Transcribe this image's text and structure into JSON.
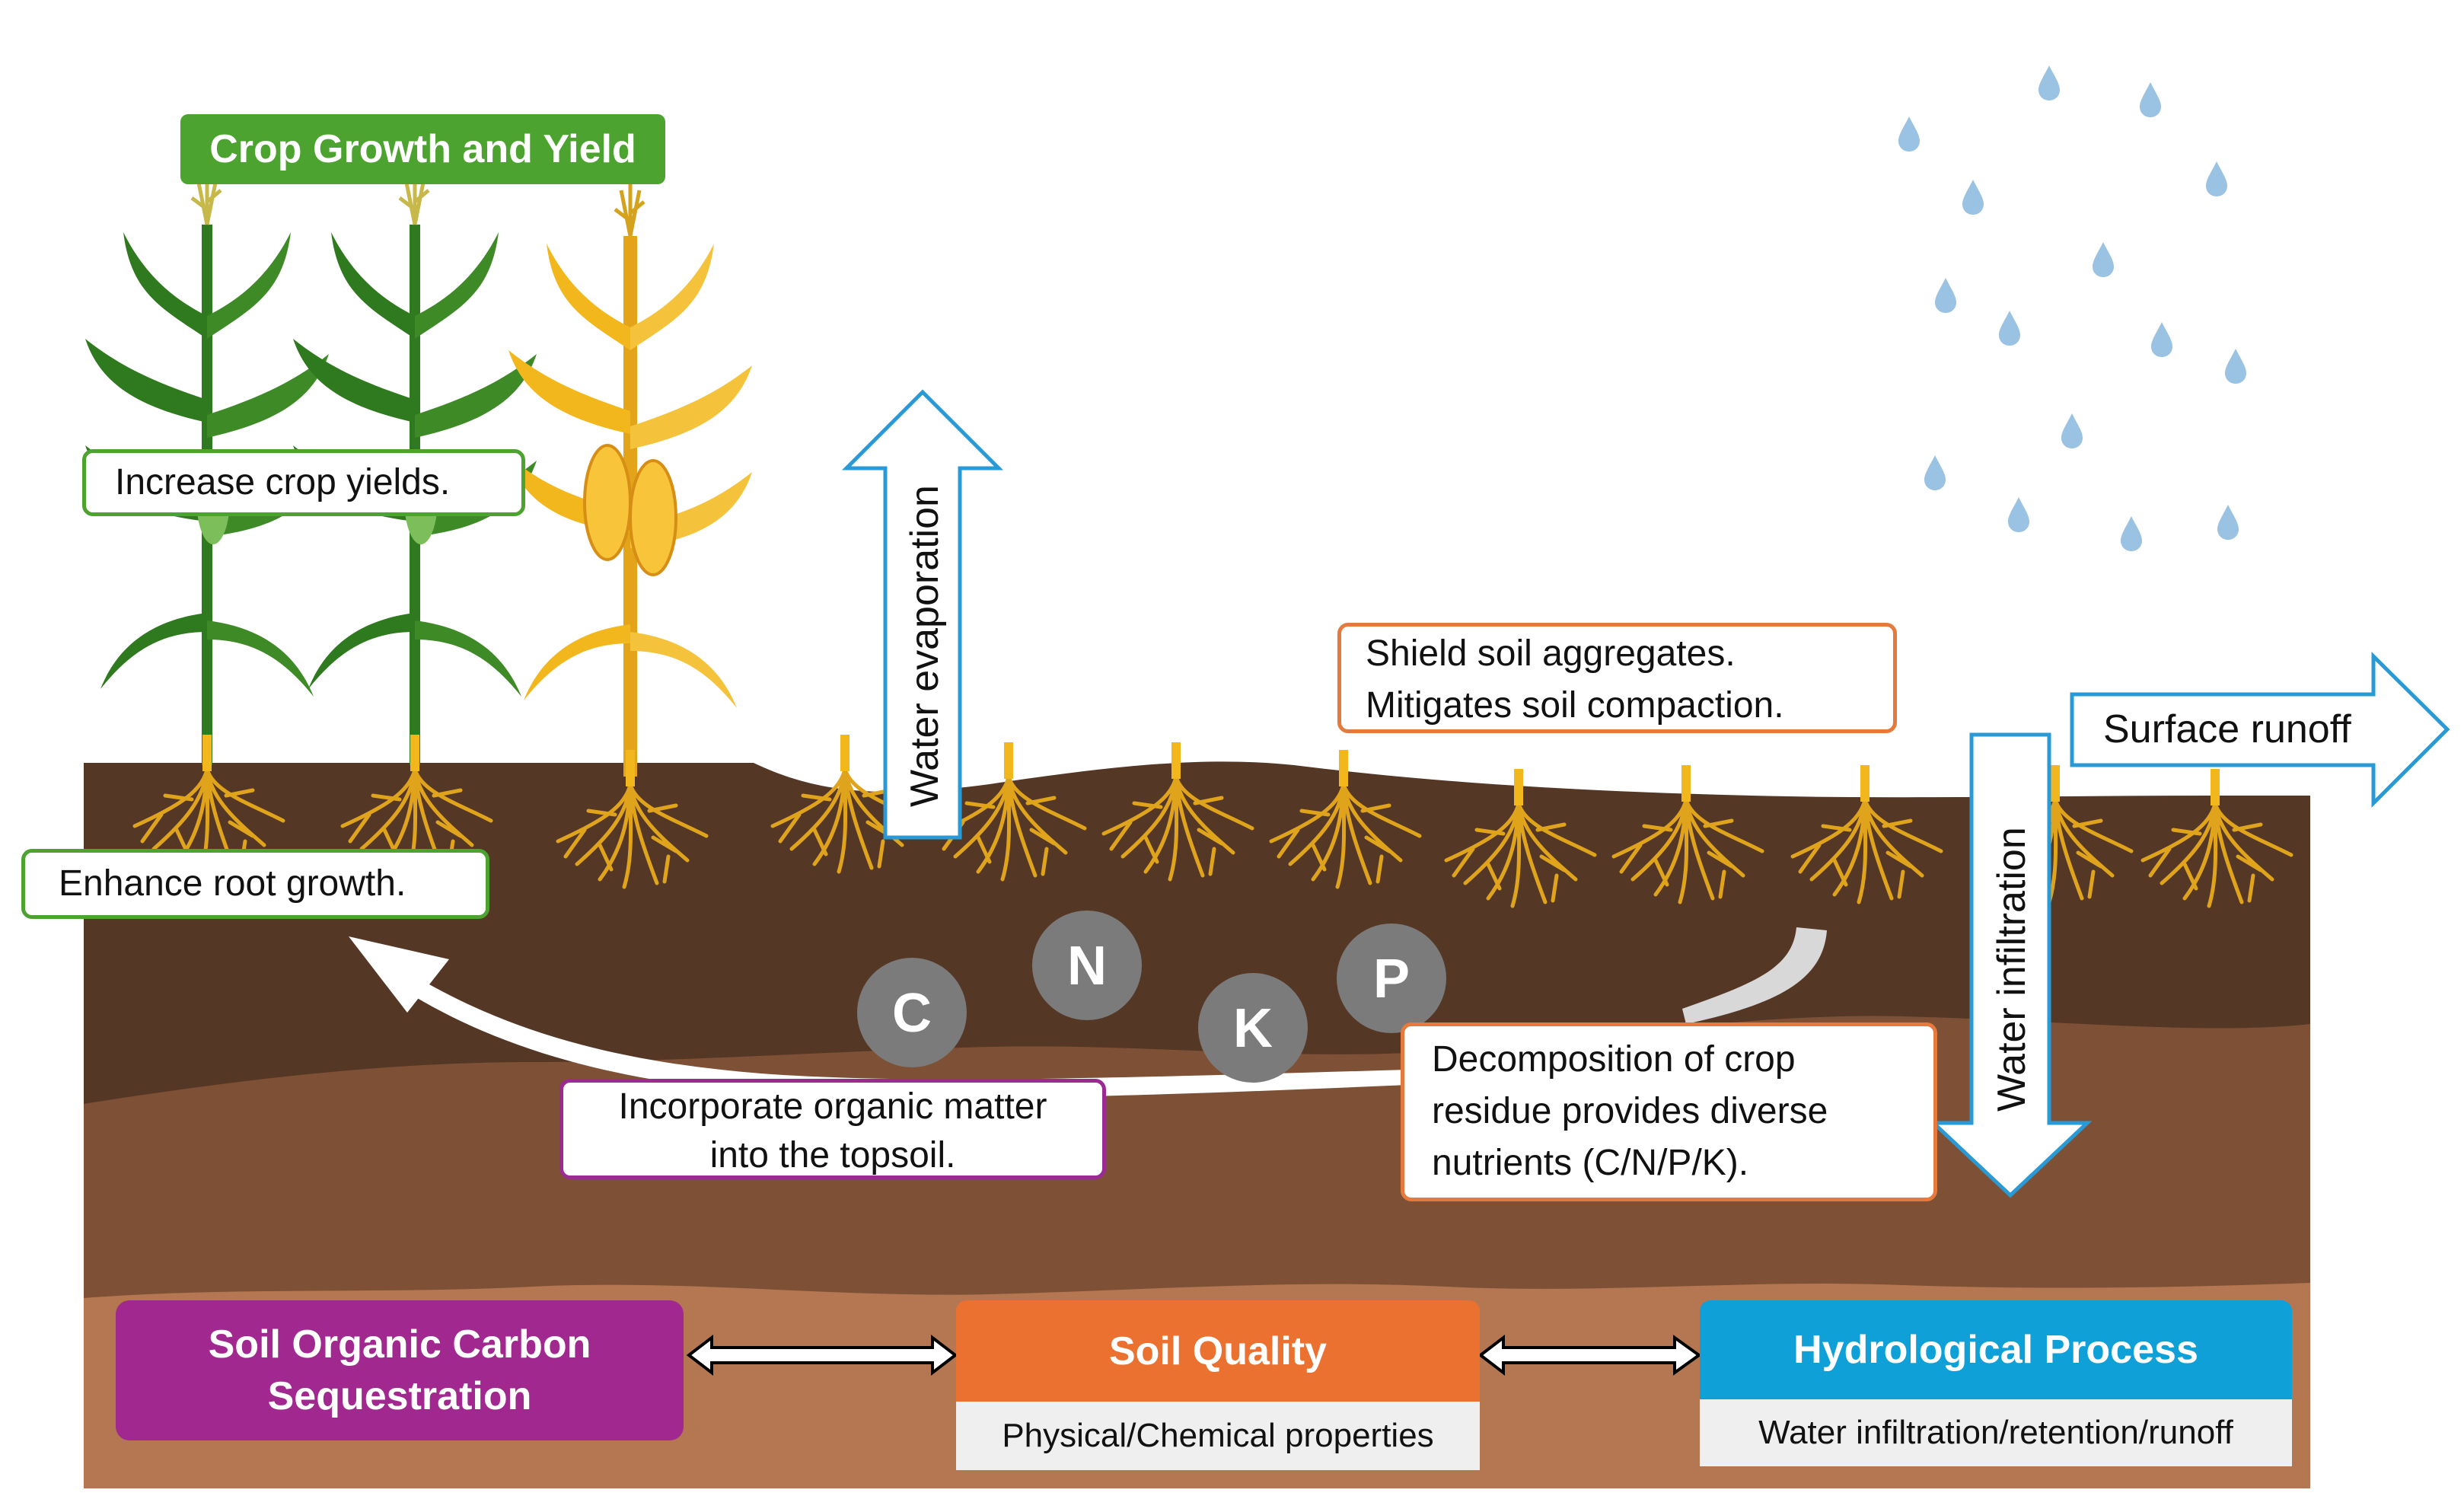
{
  "title_badge": {
    "text": "Crop Growth and Yield",
    "color": "#4da32f"
  },
  "callouts": {
    "crop_yields": "Increase crop yields.",
    "root_growth": "Enhance root growth.",
    "soil_aggregates_1": "Shield soil aggregates.",
    "soil_aggregates_2": "Mitigates soil compaction.",
    "organic_matter_1": "Incorporate organic matter",
    "organic_matter_2": "into the topsoil.",
    "decomposition_1": "Decomposition of crop",
    "decomposition_2": "residue provides diverse",
    "decomposition_3": "nutrients (C/N/P/K)."
  },
  "arrows": {
    "evaporation": "Water evaporation",
    "infiltration": "Water infiltration",
    "runoff": "Surface runoff"
  },
  "nutrients": [
    "C",
    "N",
    "K",
    "P"
  ],
  "boxes": {
    "soc": {
      "title_1": "Soil Organic Carbon",
      "title_2": "Sequestration",
      "color": "#a0288f"
    },
    "soil_quality": {
      "title": "Soil Quality",
      "subtitle": "Physical/Chemical properties",
      "color": "#eb7131"
    },
    "hydrological": {
      "title": "Hydrological Process",
      "subtitle": "Water infiltration/retention/runoff",
      "color": "#10a0d8"
    }
  },
  "colors": {
    "topsoil": "#553726",
    "midsoil": "#7e5035",
    "subsoil": "#b57752",
    "green_border": "#4da32f",
    "orange_border": "#e57a3c",
    "purple_border": "#9b2a92",
    "blue_arrow": "#2a9ad6",
    "rain": "#9ac2e2",
    "crop_green": "#2f7a1e",
    "crop_yellow": "#f2b71c"
  }
}
